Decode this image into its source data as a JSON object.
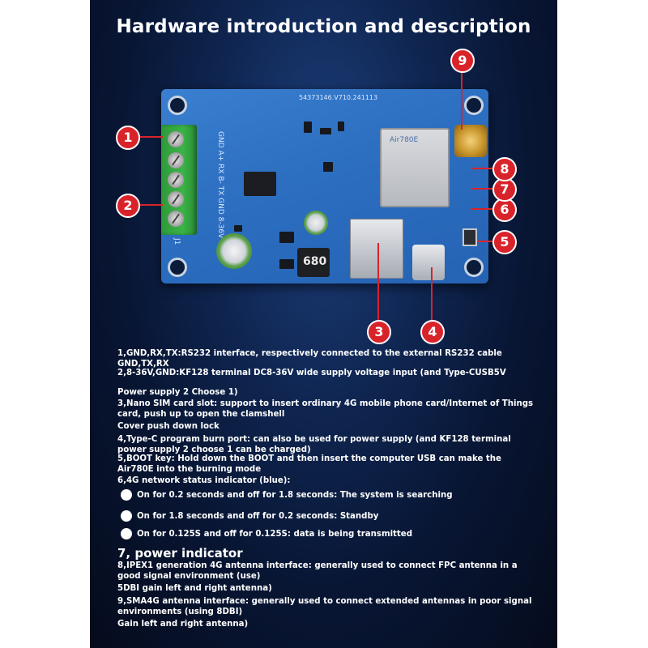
{
  "title": "Hardware introduction and description",
  "board": {
    "silk_top": "54373146.V710.241113",
    "silk_labels": [
      "GND A+ RX B- TX GND 8-36V",
      "J1"
    ],
    "module_text": "Air780E",
    "inductor_text": "680"
  },
  "markers": [
    "1",
    "2",
    "3",
    "4",
    "5",
    "6",
    "7",
    "8",
    "9"
  ],
  "description": {
    "p1": "1,GND,RX,TX:RS232 interface, respectively connected to the external RS232 cable GND,TX,RX",
    "p2": "2,8-36V,GND:KF128 terminal DC8-36V wide supply voltage input (and Type-CUSB5V",
    "p2b": "Power supply 2 Choose 1)",
    "p3": "3,Nano SIM card slot: support to insert ordinary 4G mobile phone card/Internet of Things card, push up to open the clamshell",
    "p3b": "Cover push down lock",
    "p4": "4,Type-C program burn port: can also be used for power supply (and KF128 terminal power supply 2 choose 1 can be charged)",
    "p5": "5,BOOT key: Hold down the BOOT and then insert the computer USB can make the Air780E into the burning mode",
    "p6": "6,4G network status indicator (blue):",
    "bullets": [
      "On for 0.2 seconds and off for 1.8 seconds: The system is searching",
      "On for 1.8 seconds and off for 0.2 seconds: Standby",
      "On for 0.125S and off for 0.125S: data is being transmitted"
    ],
    "h7": "7, power indicator",
    "p8": "8,IPEX1 generation 4G antenna interface: generally used to connect FPC antenna in a good signal environment (use)",
    "p8b": "5DBI gain left and right antenna)",
    "p9": "9,SMA4G antenna interface: generally used to connect extended antennas in poor signal environments (using 8DBI)",
    "p9b": "Gain left and right antenna)"
  }
}
